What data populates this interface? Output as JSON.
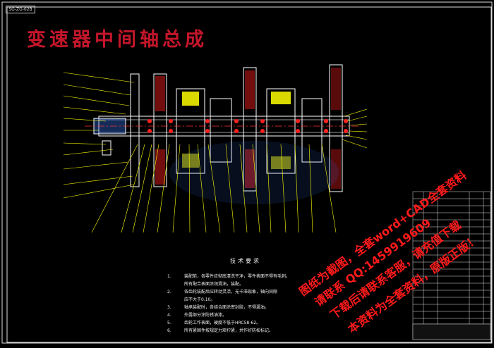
{
  "drawing_id": "SG-ZG-02B",
  "title": "变速器中间轴总成",
  "technical_requirements": {
    "heading": "技术要求",
    "items": [
      {
        "num": "1.",
        "text": "装配前，各零件应彻底清洗干净，零件表面不得有毛刺。"
      },
      {
        "num": "",
        "text": "所有配合表面涂润滑油，装配。"
      },
      {
        "num": "2.",
        "text": "各齿轮装配后应转动灵活，无卡滞现象，轴向间隙"
      },
      {
        "num": "",
        "text": "应不大于0.10。"
      },
      {
        "num": "3.",
        "text": "轴承装配时，各结合面涂密封胶，不得漏油。"
      },
      {
        "num": "4.",
        "text": "外露部分涂防锈油漆。"
      },
      {
        "num": "5.",
        "text": "齿轮工作表面，硬度不低于HRC58-62。"
      },
      {
        "num": "6.",
        "text": "所有紧固件按规定力矩拧紧，并作好防松标记。"
      }
    ]
  },
  "watermark": [
    "图纸为截图，全套word+CAD全套资料",
    "请联系 QQ:1459919609",
    "下载后请联系客服，请充值下载",
    "本资料为全套资料，原版正版！"
  ],
  "colors": {
    "background": "#000000",
    "outline": "#ffffff",
    "leader": "#ffff00",
    "gear_section": "#ff2020",
    "centerline": "#ff3030",
    "bearing": "#ffff00",
    "hatch": "#3c7dff",
    "title": "#c4162a"
  }
}
